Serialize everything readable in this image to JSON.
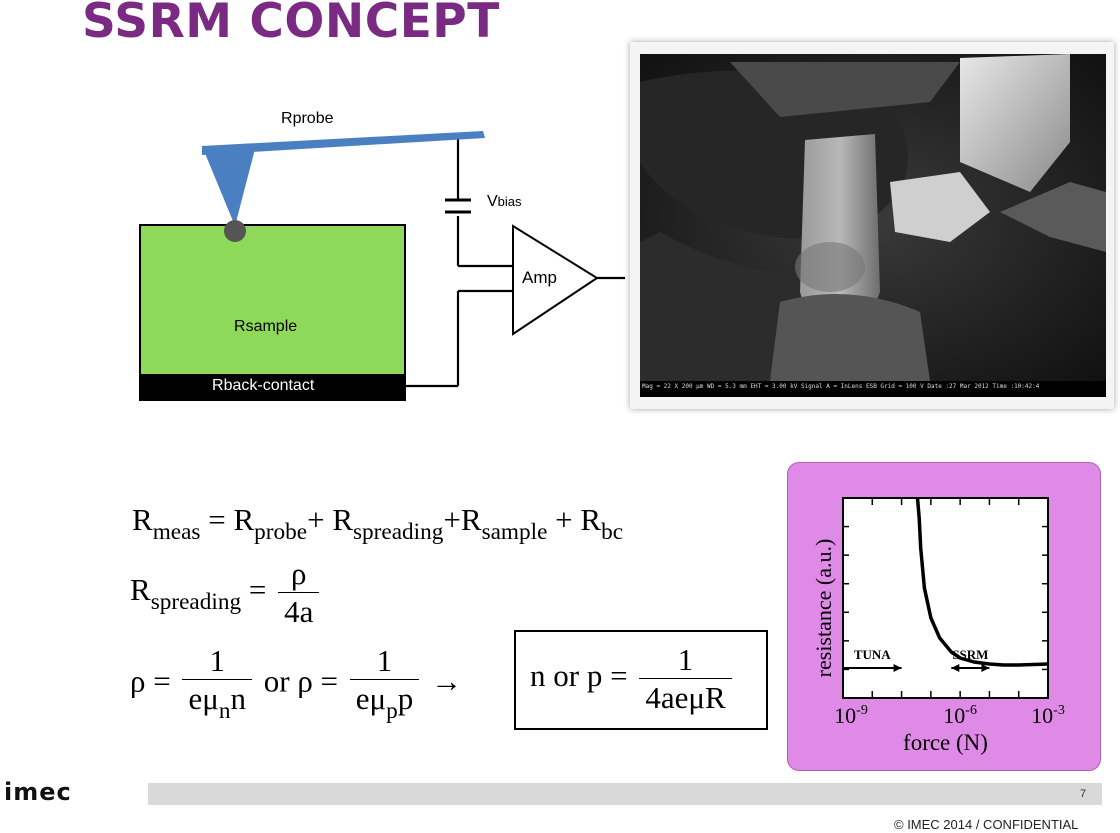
{
  "slide": {
    "title": "SSRM CONCEPT",
    "page_number": "7",
    "copyright": "© IMEC 2014 / CONFIDENTIAL",
    "logo_text": "imec"
  },
  "schematic": {
    "r_probe": {
      "main": "R",
      "sub": "probe"
    },
    "v_bias": {
      "main": "V",
      "sub": "bias"
    },
    "amp_label": "Amp",
    "r_sample": {
      "main": "R",
      "sub": "sample"
    },
    "r_back": {
      "main": "R",
      "sub": "back-contact"
    },
    "colors": {
      "probe": "#4a7fc1",
      "sample": "#8ed85a",
      "back_contact": "#000000",
      "tip": "#555555"
    }
  },
  "sem_image": {
    "infobar": "Mag = 22 X   200 µm   WD = 5.3 mm   EHT = 3.00 kV   Signal A = InLens   ESB Grid = 100 V   Date :27 Mar 2012  Time :10:42:4"
  },
  "equations": {
    "line1": {
      "r": "R",
      "meas": "meas",
      "eq": "=",
      "probe": "probe",
      "plus": "+",
      "spreading": "spreading",
      "sample": "sample",
      "bc": "bc"
    },
    "line2": {
      "sub": "spreading",
      "num": "ρ",
      "den": "4a"
    },
    "line3": {
      "rho": "ρ",
      "one": "1",
      "e_mu": "eμ",
      "n_sub": "n",
      "n": "n",
      "or": "or",
      "p_sub": "p",
      "p": "p",
      "arrow": "→",
      "boxed_lhs": "n or p",
      "boxed_den": "4aeμR"
    }
  },
  "chart_data": {
    "type": "line",
    "title": "",
    "xlabel": "force (N)",
    "ylabel": "resistance (a.u.)",
    "x_scale": "log",
    "x_ticks": [
      "10-9",
      "10-6",
      "10-3"
    ],
    "xlim": [
      1e-10,
      0.001
    ],
    "ylim": [
      0,
      1
    ],
    "series": [
      {
        "x": [
          3.5e-08,
          4e-08,
          4.5e-08,
          6e-08,
          1e-07,
          2e-07,
          5e-07,
          1e-06,
          3e-06,
          1e-05,
          3e-05,
          0.0001,
          0.001
        ],
        "y": [
          1.0,
          0.9,
          0.75,
          0.55,
          0.4,
          0.3,
          0.23,
          0.2,
          0.18,
          0.17,
          0.165,
          0.165,
          0.17
        ]
      }
    ],
    "annotations": [
      {
        "label": "TUNA",
        "direction": "right",
        "from": 1e-10,
        "to": 1e-08
      },
      {
        "label": "SSRM",
        "direction": "both",
        "from": 5e-07,
        "to": 1e-05
      }
    ],
    "grid": false,
    "line_color": "#000000",
    "background": "#ffffff"
  }
}
